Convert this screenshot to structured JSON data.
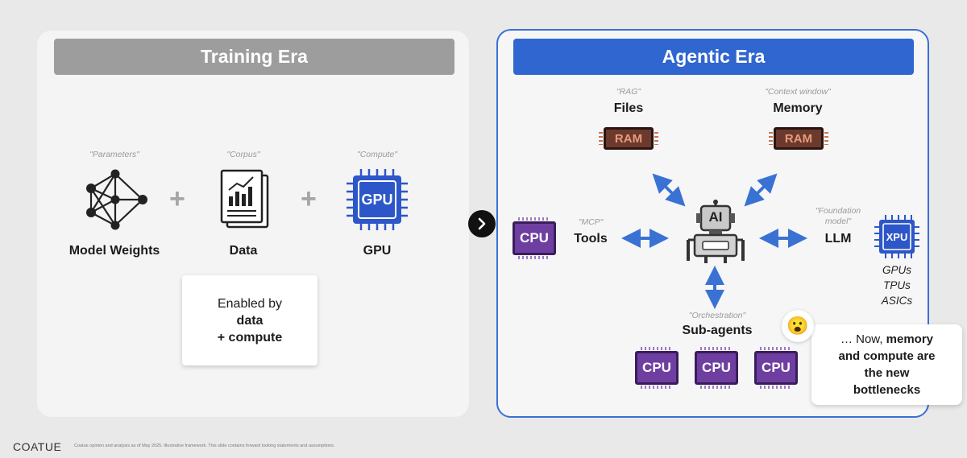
{
  "training": {
    "title": "Training Era",
    "items": [
      {
        "quote": "\"Parameters\"",
        "label": "Model Weights",
        "icon": "neural-network-icon"
      },
      {
        "quote": "\"Corpus\"",
        "label": "Data",
        "icon": "document-chart-icon"
      },
      {
        "quote": "\"Compute\"",
        "label": "GPU",
        "icon": "gpu-chip-icon",
        "chip_text": "GPU"
      }
    ],
    "plus": "+",
    "note_line1": "Enabled by",
    "note_line2": "data",
    "note_line3": "+ compute"
  },
  "agentic": {
    "title": "Agentic Era",
    "files": {
      "quote": "\"RAG\"",
      "label": "Files",
      "chip": "RAM"
    },
    "memory": {
      "quote": "\"Context window\"",
      "label": "Memory",
      "chip": "RAM"
    },
    "tools": {
      "quote": "\"MCP\"",
      "label": "Tools",
      "chip": "CPU"
    },
    "llm": {
      "quote": "\"Foundation",
      "quote2": "model\"",
      "label": "LLM",
      "chip": "XPU",
      "accel1": "GPUs",
      "accel2": "TPUs",
      "accel3": "ASICs"
    },
    "robot_text": "AI",
    "subagents": {
      "quote": "\"Orchestration\"",
      "label": "Sub-agents",
      "chips": [
        "CPU",
        "CPU",
        "CPU"
      ]
    },
    "callout": {
      "line1_pre": "… Now, ",
      "line1_bold": "memory",
      "line2": "and compute are",
      "line3": "the new",
      "line4": "bottlenecks",
      "emoji": "😮"
    }
  },
  "footer": {
    "brand": "COATUE",
    "note": "Coatue opinion and analysis as of May 2025. Illustrative framework. This slide contains forward looking statements and assumptions."
  },
  "colors": {
    "accent_blue": "#2f66cf",
    "arrow_blue": "#3a72d4",
    "cpu_purple": "#6e3fa0",
    "ram_brown": "#6b3a2d",
    "gpu_blue": "#2d57c8"
  }
}
